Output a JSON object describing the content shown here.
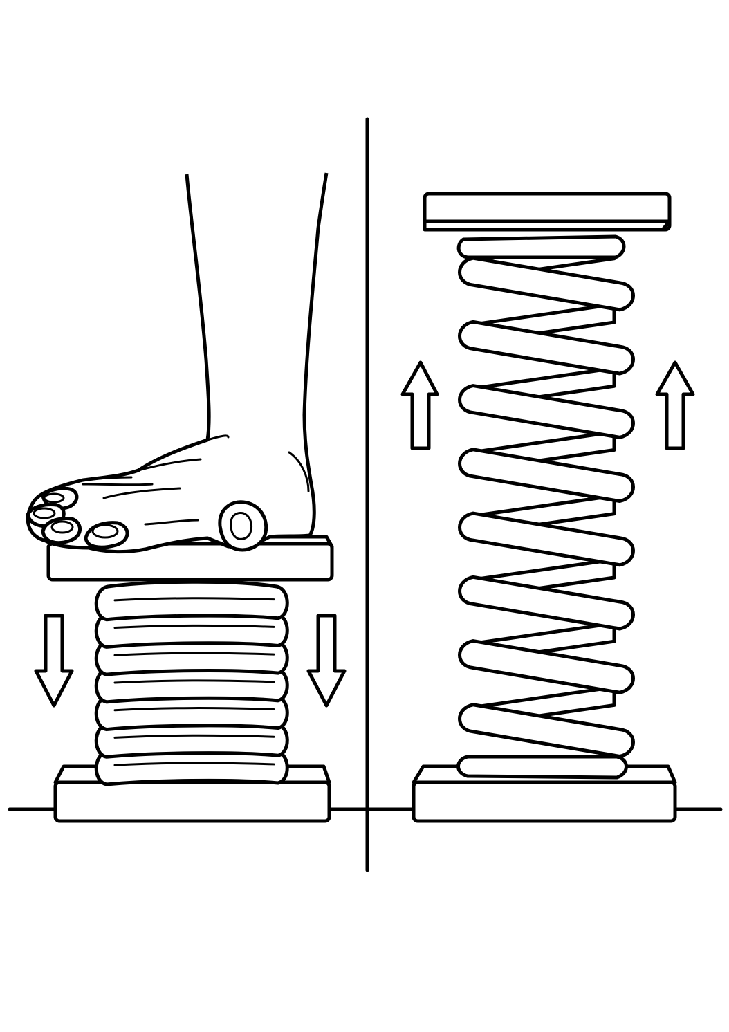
{
  "diagram": {
    "panels": [
      {
        "id": "compressed",
        "spring_state": "compressed",
        "coil_count": 7,
        "arrow_direction": "down",
        "has_foot": true
      },
      {
        "id": "extended",
        "spring_state": "extended",
        "coil_count": 8,
        "arrow_direction": "up",
        "has_foot": false
      }
    ],
    "colors": {
      "ink": "#000000",
      "background": "#ffffff"
    },
    "icons": [
      "foot-icon",
      "arrow-down-icon",
      "arrow-up-icon",
      "spring-icon"
    ]
  }
}
